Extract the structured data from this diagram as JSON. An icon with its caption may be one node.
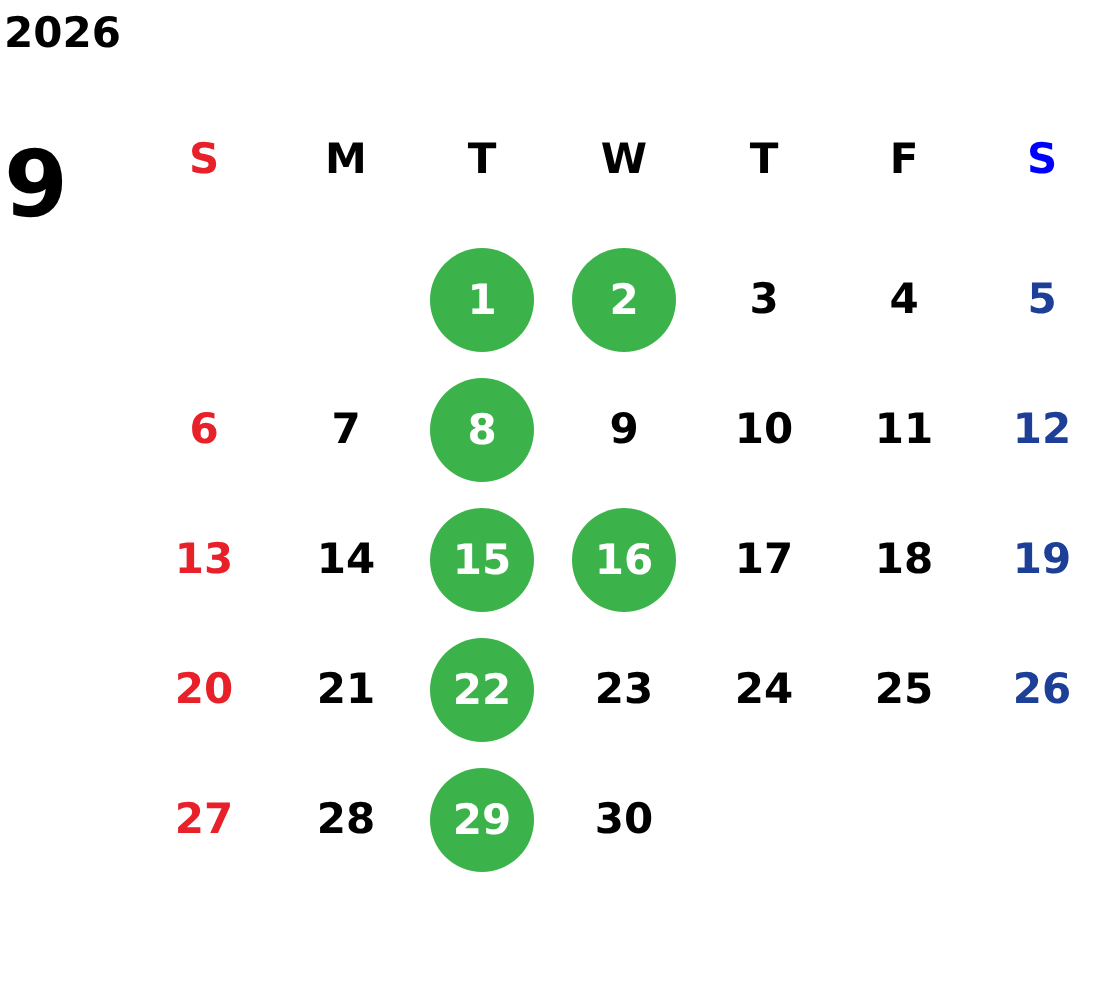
{
  "diagram": {
    "nodes": [
      {
        "text": [
          "1"
        ]
      },
      {
        "text": [
          "2"
        ]
      },
      {
        "text": [
          "8"
        ]
      },
      {
        "text": [
          "15"
        ]
      },
      {
        "text": [
          "16"
        ]
      },
      {
        "text": [
          "22"
        ]
      },
      {
        "text": [
          "29"
        ]
      }
    ],
    "labels": [
      "2026",
      "9",
      "S",
      "M",
      "T",
      "W",
      "T",
      "F",
      "S",
      "3",
      "4",
      "5",
      "6",
      "7",
      "9",
      "10",
      "11",
      "12",
      "13",
      "14",
      "17",
      "18",
      "19",
      "20",
      "21",
      "23",
      "24",
      "25",
      "26",
      "27",
      "28",
      "30"
    ]
  }
}
